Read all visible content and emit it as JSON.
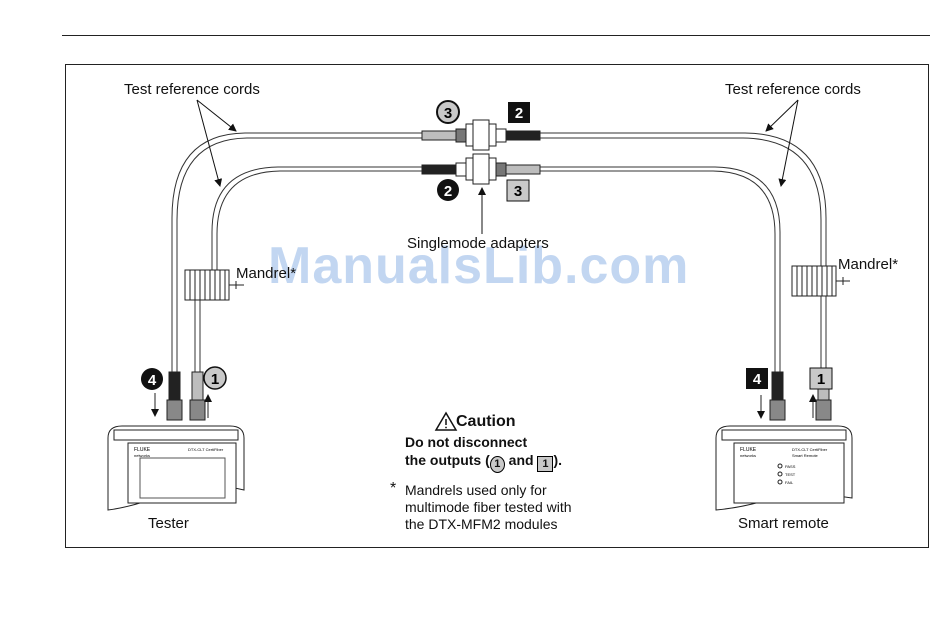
{
  "labels": {
    "trc_left": "Test reference cords",
    "trc_right": "Test reference cords",
    "singlemode_adapters": "Singlemode adapters",
    "mandrel_left": "Mandrel*",
    "mandrel_right": "Mandrel*",
    "tester": "Tester",
    "smart_remote": "Smart remote"
  },
  "markers": {
    "top_circle": "3",
    "top_square": "2",
    "mid_circle": "2",
    "mid_square": "3",
    "left_black_square": "4",
    "left_circle": "1",
    "right_black_square": "4",
    "right_square": "1"
  },
  "caution": {
    "title": "Caution",
    "line1": "Do not disconnect",
    "line2_pre": "the outputs (",
    "line2_a": "1",
    "line2_and": " and ",
    "line2_b": "1",
    "line2_post": ")."
  },
  "note": {
    "asterisk": "*",
    "line1": "Mandrels used only for",
    "line2": "multimode fiber tested with",
    "line3": "the DTX-MFM2 modules"
  },
  "device": {
    "brand": "FLUKE",
    "brand_sub": "networks",
    "tester_model": "DTX-CLT CertiFiber",
    "remote_model": "DTX-CLT CertiFiber",
    "remote_sub": "Smart Remote",
    "led_pass": "PASS",
    "led_test": "TEST",
    "led_fail": "FAIL"
  },
  "watermark": "ManualsLib.com",
  "colors": {
    "marker_gray": "#c9c9c9",
    "marker_black": "#111111",
    "watermark": "#7aa5e1"
  }
}
